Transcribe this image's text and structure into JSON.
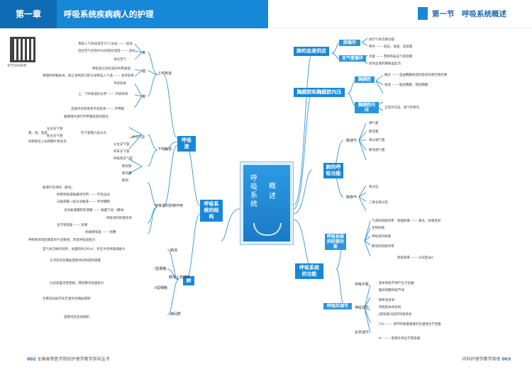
{
  "header": {
    "chapter": "第一章",
    "title": "呼吸系统疾病病人的护理",
    "section": "第一节　呼吸系统概述"
  },
  "qr_caption": "本节扫码微课",
  "center": {
    "line1": "呼吸系统",
    "line2": "概述"
  },
  "branches": {
    "structure": "呼吸系统的结构",
    "airway": "呼吸道",
    "lung": "肺",
    "upper": "上呼吸道",
    "lower": "下呼吸道",
    "defense": "呼吸道的防御作用",
    "circulation": "肺的血液供应",
    "pleura": "胸膜腔和胸膜腔内压",
    "function": "呼吸系统的功能",
    "breath": "肺的呼吸功能",
    "immune": "呼吸系统的防御功能",
    "regulation": "呼吸的调节"
  },
  "leaves": {
    "nose": "鼻",
    "pharynx": "咽",
    "larynx": "喉",
    "trachea": "气管",
    "main_bronchus": "主支气管",
    "nose_items": [
      "将吸入气体加温至37℃左右 —— 加温",
      "湿化空气达到95%的相对湿度 —— 湿化",
      "净化空气",
      "呼吸道与消化道的共用通道",
      "吞咽时将喉关闭，防止食物及口腔分泌物误入气道 —— 会厌软骨",
      "平状软骨",
      "上、下呼吸道的分界 —— 环状软骨",
      "连接环状软骨及平状软骨 —— 环甲膜",
      "喉梗阻时进行环甲膜穿刺的部位"
    ],
    "lower_items": [
      "左主支气管",
      "右主支气管",
      "在气管隆凸处分为",
      "传导气道",
      "分主支气管",
      "终末支气管",
      "呼吸性支气管",
      "肺泡管",
      "肺泡囊",
      "肺泡"
    ],
    "lower_note": [
      "粗、短、陡直",
      "异物易坠入右侧肺叶更多见"
    ],
    "defense_items": [
      "黏液纤毛清除（鼻毛）",
      "抑制呼吸道黏膜的作用 —— 纤毛运动",
      "与黏液膜一起分泌黏液 —— 杯状细胞",
      "含有黏液腺和浆液腺 —— 黏膜下层（腺体）",
      "呼吸道的防御反射",
      "化学感受器 —— 咳嗽",
      "机械感受器 —— 喷嚏",
      "神经和体液因素影响气道管径，改变呼吸道阻力"
    ],
    "lung_items": [
      "I型细胞",
      "II型细胞",
      "肺泡上皮细胞",
      "肺泡",
      "肺间质"
    ],
    "lung_notes": [
      "是气体交换的场所，总面积约100㎡，有巨大的呼吸储备力",
      "与邻近的毛细血管壁共同构成呼吸膜",
      "分泌表面活性物质，降低肺泡表面张力",
      "在肺泡间质内有丰富的毛细血管网",
      "是肺泡的支持组织"
    ],
    "circ_items": [
      "肺循环",
      "支气管循环",
      "执行气体交换功能",
      "特点 —— 低压、低阻、高容量",
      "功能 —— 营养各级支气管及肺",
      "如有血液的静脉血反流"
    ],
    "pleura_items": [
      "胸膜腔",
      "胸膜腔内压",
      "概念 —— 是由胸膜构成的密闭的潜在性腔隙",
      "组成 —— 脏层胸膜、壁层胸膜",
      "正常为负压，吸气时更负"
    ],
    "breath_items": [
      "肺通气",
      "肺换气",
      "潮气量",
      "肺活量",
      "每分通气量",
      "肺泡通气量",
      "氧分压",
      "二氧化碳分压"
    ],
    "immune_items": [
      "气道的防御作用",
      "生物防御",
      "呼吸道的防御",
      "肺泡的防御作用",
      "物理防御 —— 鼻毛、咳嗽反射",
      "免疫防御 —— 分泌型IgA"
    ],
    "reg_items": [
      "呼吸中枢",
      "神经调节",
      "化学调节",
      "基本呼吸节律产生于延髓",
      "脑桥调整呼吸节律",
      "肺牵张反射",
      "呼吸肌本体反射",
      "J感受器引起的呼吸反射",
      "CO₂ —— 调节呼吸最重要的生理性化学因素",
      "H⁺ —— 刺激外周化学感受器"
    ]
  },
  "footer": {
    "left_page": "002",
    "left_text": "全国高等医学院校护理学教学指导丛书",
    "right_text": "内科护理学教学指南",
    "right_page": "003"
  },
  "colors": {
    "brand": "#1787d8",
    "dark": "#0f6bb3",
    "line": "#1787d8"
  }
}
